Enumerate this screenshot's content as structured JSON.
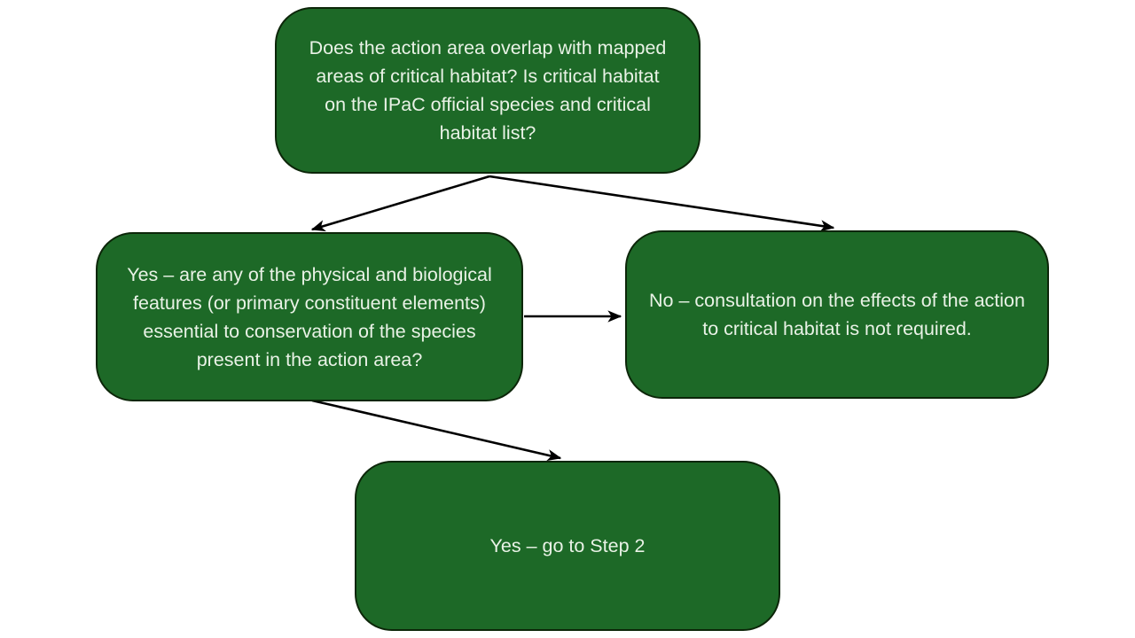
{
  "diagram": {
    "type": "flowchart",
    "colors": {
      "background": "#ffffff",
      "node_fill": "#1d6927",
      "node_border": "#0c2609",
      "node_text": "#e9f2e6",
      "arrow": "#000000"
    },
    "nodes": [
      {
        "id": "question-overlap",
        "text": "Does the action area overlap with mapped areas of critical habitat? Is critical habitat on the IPaC official species and critical habitat list?"
      },
      {
        "id": "yes-features",
        "text": "Yes – are any of the physical and biological features (or primary constituent elements) essential to conservation of the species present in the action area?"
      },
      {
        "id": "no-consultation",
        "text": "No – consultation on the effects of the action to critical habitat is not required."
      },
      {
        "id": "yes-step2",
        "text": "Yes – go to Step 2"
      }
    ],
    "edges": [
      {
        "from": "question-overlap",
        "to": "yes-features"
      },
      {
        "from": "question-overlap",
        "to": "no-consultation"
      },
      {
        "from": "yes-features",
        "to": "no-consultation"
      },
      {
        "from": "yes-features",
        "to": "yes-step2"
      }
    ]
  }
}
